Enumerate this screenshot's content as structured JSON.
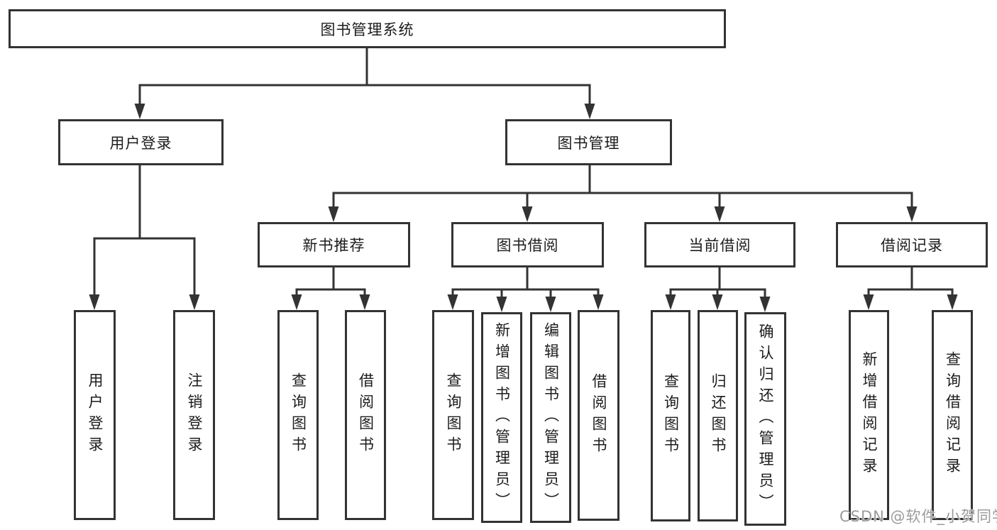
{
  "tree": {
    "root": {
      "label": "图书管理系统"
    },
    "user_login": {
      "label": "用户登录",
      "children": [
        {
          "label": "用户登录"
        },
        {
          "label": "注销登录"
        }
      ]
    },
    "book_mgmt": {
      "label": "图书管理",
      "groups": [
        {
          "label": "新书推荐",
          "children": [
            {
              "label": "查询图书"
            },
            {
              "label": "借阅图书"
            }
          ]
        },
        {
          "label": "图书借阅",
          "children": [
            {
              "label": "查询图书"
            },
            {
              "label": "新增图书（管理员）"
            },
            {
              "label": "编辑图书（管理员）"
            },
            {
              "label": "借阅图书"
            }
          ]
        },
        {
          "label": "当前借阅",
          "children": [
            {
              "label": "查询图书"
            },
            {
              "label": "归还图书"
            },
            {
              "label": "确认归还（管理员）"
            }
          ]
        },
        {
          "label": "借阅记录",
          "children": [
            {
              "label": "新增借阅记录"
            },
            {
              "label": "查询借阅记录"
            }
          ]
        }
      ]
    }
  },
  "watermark": "CSDN @软件_小贺同学",
  "colors": {
    "line": "#333333",
    "box_border": "#333333",
    "text": "#1c1c1c",
    "watermark": "#9b9b9b",
    "background": "#ffffff"
  }
}
